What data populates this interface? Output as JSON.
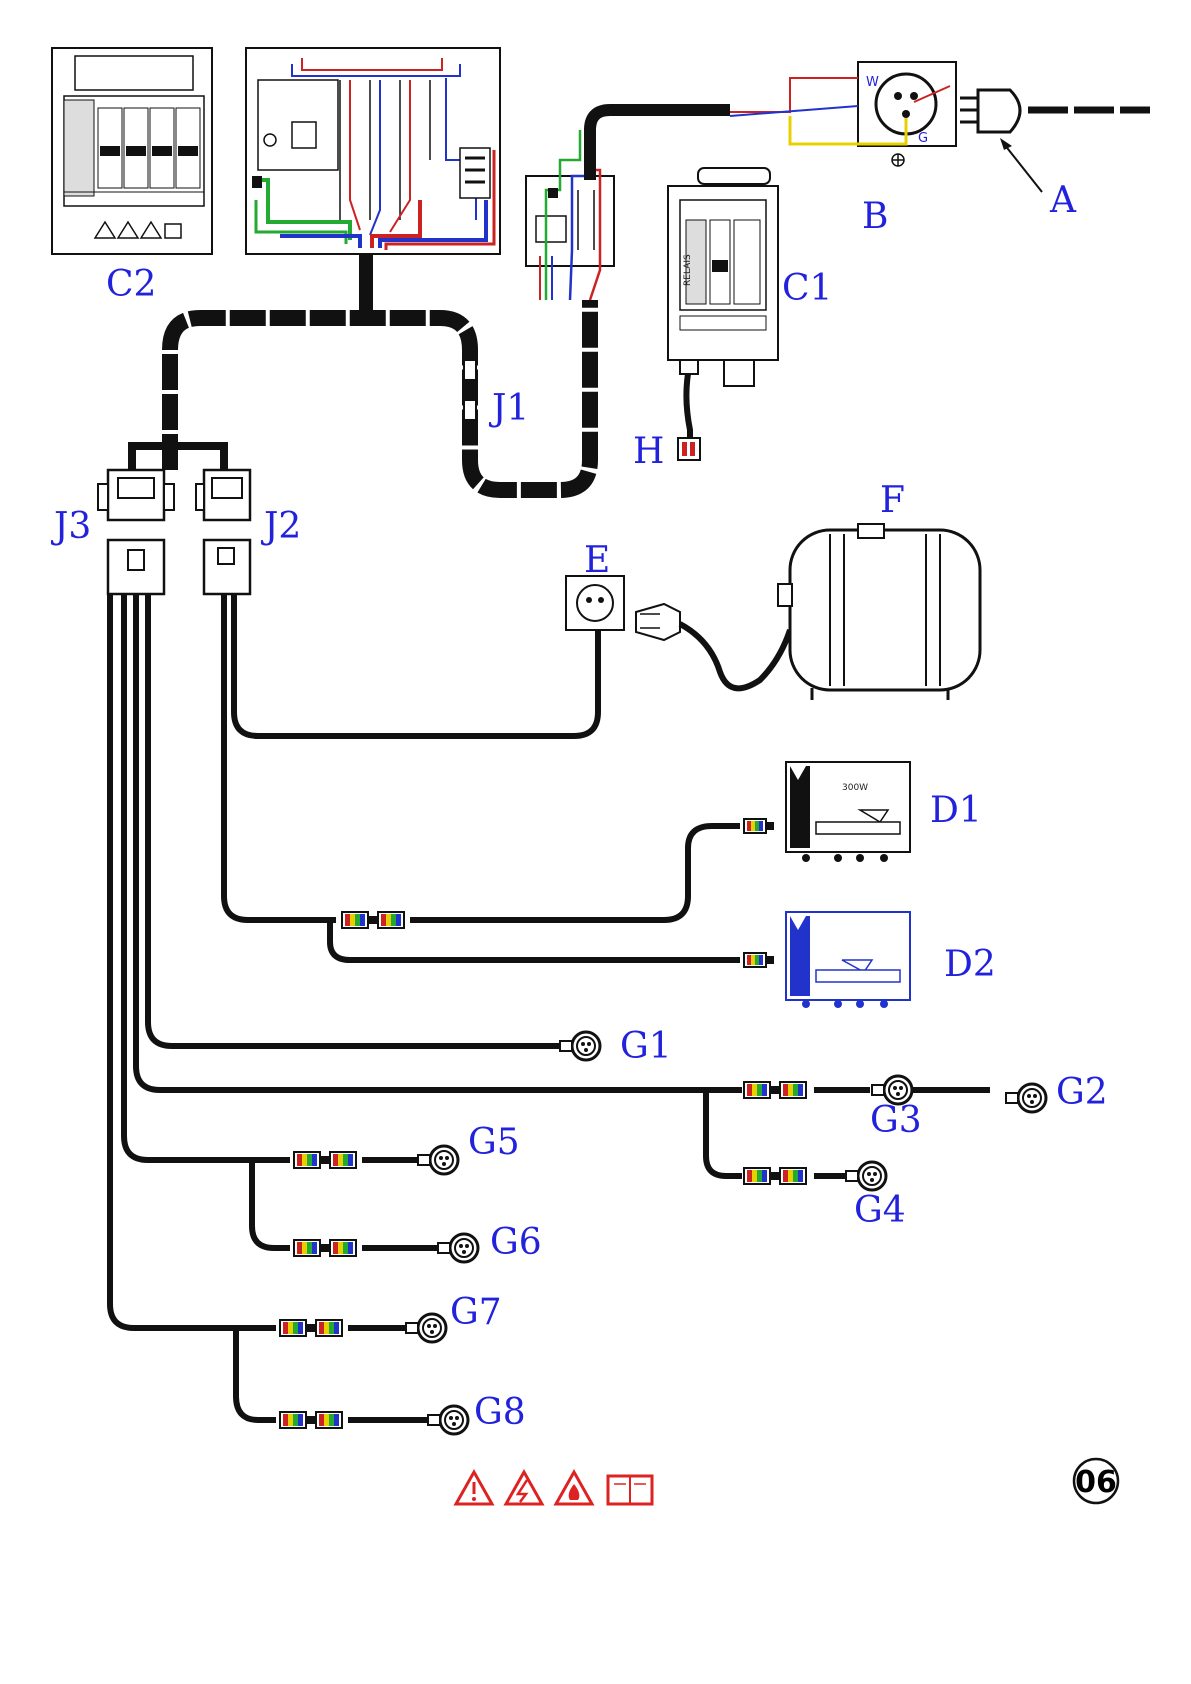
{
  "labels": {
    "A": "A",
    "B": "B",
    "C1": "C1",
    "C2": "C2",
    "E": "E",
    "F": "F",
    "H": "H",
    "J1": "J1",
    "J2": "J2",
    "J3": "J3",
    "D1": "D1",
    "D2": "D2",
    "G1": "G1",
    "G2": "G2",
    "G3": "G3",
    "G4": "G4",
    "G5": "G5",
    "G6": "G6",
    "G7": "G7",
    "G8": "G8"
  },
  "small_text": {
    "socket_w": "W",
    "socket_g": "G",
    "d1_power": "300W",
    "relais": "RELAIS"
  },
  "page_number": "06",
  "icon_names": [
    "warning-icon",
    "electric-hazard-icon",
    "fire-hazard-icon",
    "manual-icon"
  ],
  "colors": {
    "label_blue": "#2222dd",
    "cable_black": "#111111",
    "wire_red": "#cc2222",
    "wire_blue": "#2233cc",
    "wire_green": "#22aa33",
    "wire_yellow": "#e8d000",
    "hazard_red": "#dd2222"
  }
}
